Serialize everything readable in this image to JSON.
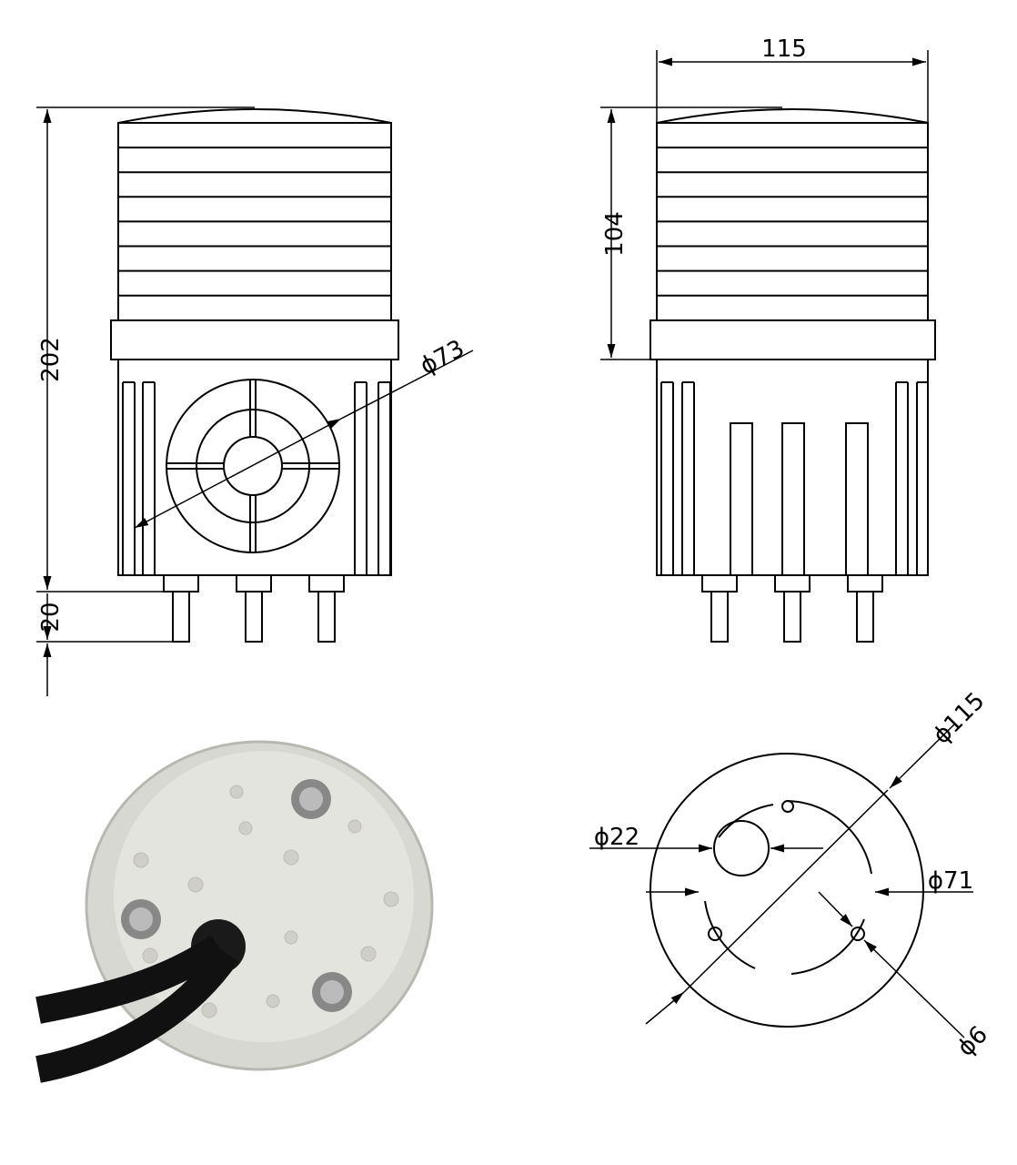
{
  "drawing": {
    "front_view": {
      "total_height": "202",
      "pin_length": "20",
      "speaker_diameter": "ϕ73"
    },
    "side_view": {
      "width": "115",
      "lamp_height": "104"
    },
    "bottom_view": {
      "outer_diameter": "ϕ115",
      "hole_diameter_large": "ϕ22",
      "bolt_circle": "ϕ71",
      "hole_diameter_small": "ϕ6"
    }
  },
  "colors": {
    "line": "#000000",
    "photo_body": "#dcdcd6",
    "cable": "#111111"
  }
}
